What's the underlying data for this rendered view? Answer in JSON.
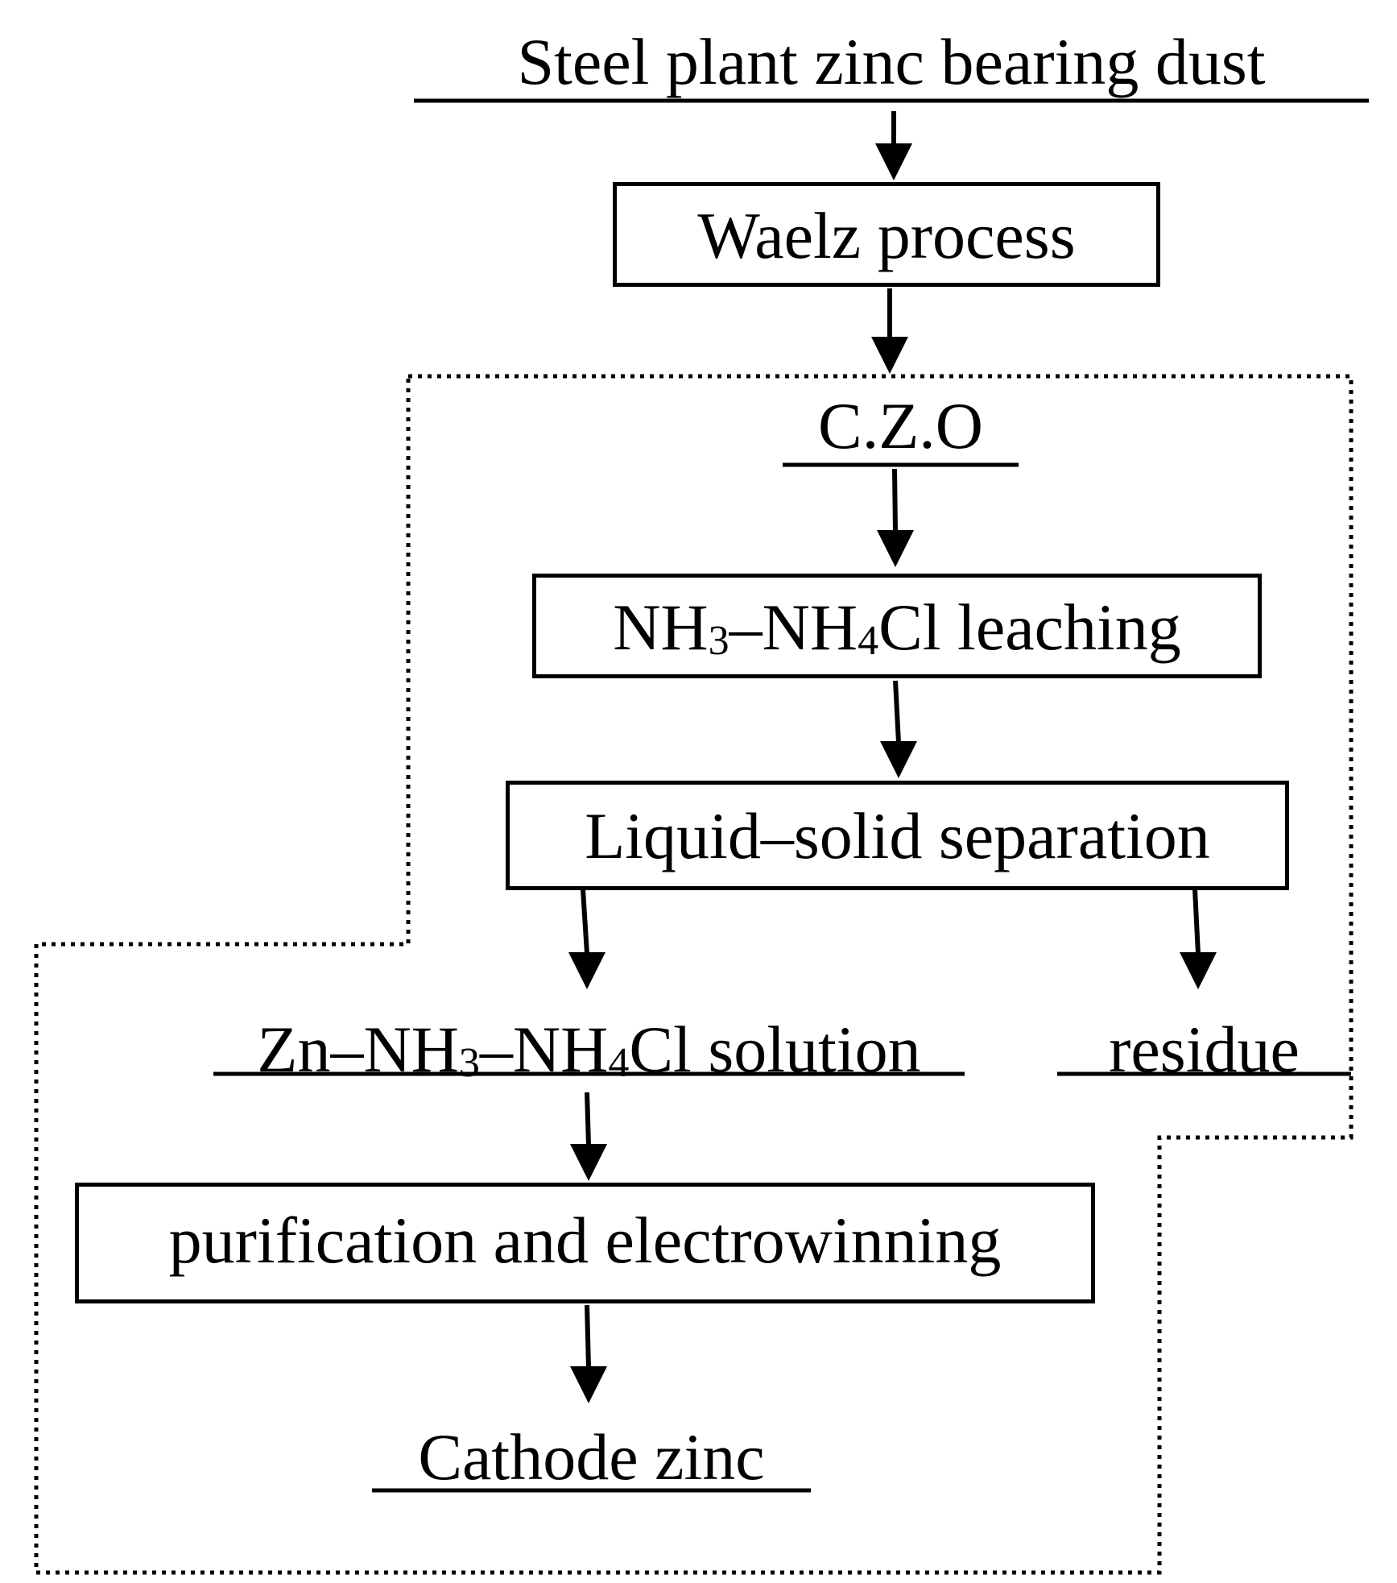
{
  "nodes": {
    "feed": "Steel plant zinc bearing dust",
    "waelz": "Waelz process",
    "czo": "C.Z.O",
    "leach": {
      "prefix": "NH",
      "sub1": "3",
      "mid": "–NH",
      "sub2": "4",
      "suffix": "Cl leaching"
    },
    "separation": "Liquid–solid separation",
    "solution": {
      "prefix": "Zn–NH",
      "sub1": "3",
      "mid": "–NH",
      "sub2": "4",
      "suffix": "Cl solution"
    },
    "residue": "residue",
    "purification": "purification and electrowinning",
    "product": "Cathode zinc"
  }
}
